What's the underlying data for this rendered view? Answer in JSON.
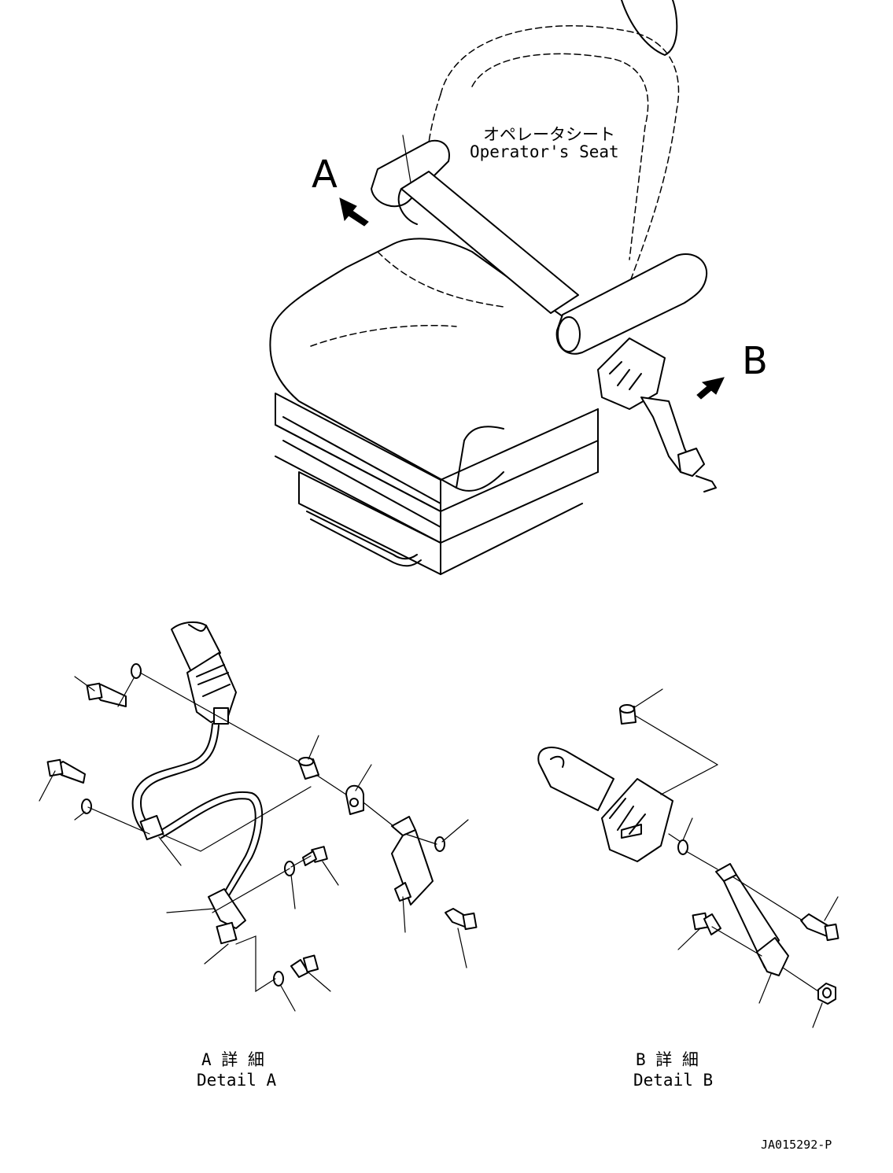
{
  "labels": {
    "seat_jp": "オペレータシート",
    "seat_en": "Operator's Seat",
    "view_a": "A",
    "view_b": "B",
    "detail_a_jp": "A 詳 細",
    "detail_a_en": "Detail A",
    "detail_b_jp": "B 詳 細",
    "detail_b_en": "Detail B",
    "drawing_code": "JA015292-P"
  }
}
